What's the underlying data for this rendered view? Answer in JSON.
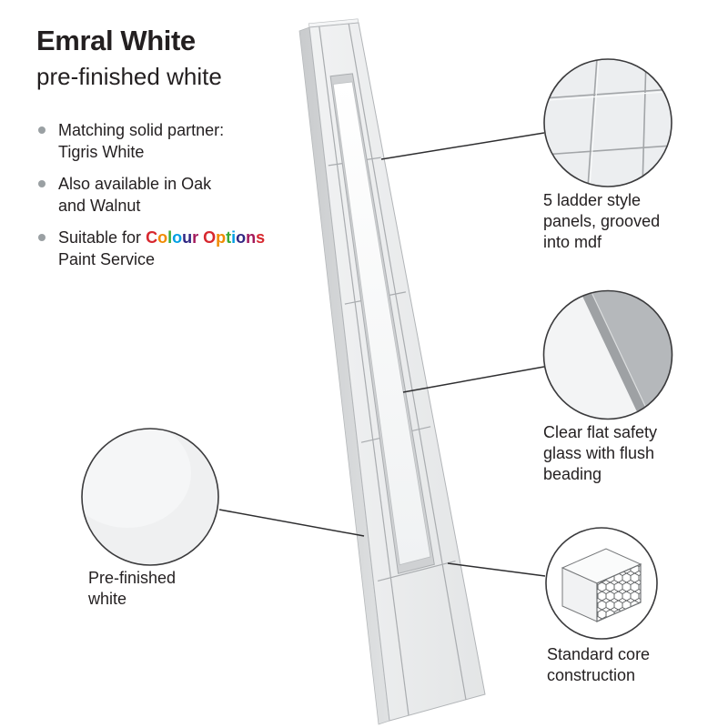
{
  "header": {
    "title": "Emral White",
    "subtitle": "pre-finished white"
  },
  "features": [
    {
      "lines": [
        "Matching solid partner:",
        "Tigris White"
      ]
    },
    {
      "lines": [
        "Also available in Oak",
        "and Walnut"
      ]
    },
    {
      "prefix": "Suitable for ",
      "brand": "Colour Options",
      "lines": [
        "Paint Service"
      ]
    }
  ],
  "callouts": [
    {
      "id": "panels",
      "lines": [
        "5 ladder style",
        "panels, grooved",
        "into mdf"
      ]
    },
    {
      "id": "glass",
      "lines": [
        "Clear flat safety",
        "glass with flush",
        "beading"
      ]
    },
    {
      "id": "core",
      "lines": [
        "Standard core",
        "construction"
      ]
    },
    {
      "id": "finish",
      "lines": [
        "Pre-finished",
        "white"
      ]
    }
  ],
  "colors": {
    "text": "#231f20",
    "connector": "#2e2e30",
    "circle_stroke": "#3a3a3c",
    "bullet": "#9aa0a3",
    "door_face_light": "#f1f2f3",
    "door_face_dark": "#e3e5e6",
    "door_edge": "#d5d7d8",
    "groove": "#a9acaf",
    "glass_frame": "#cfd1d3",
    "brand_letters": [
      "#d7282f",
      "#f08a00",
      "#3aaa35",
      "#009fe3",
      "#312783",
      "#a3195b"
    ]
  }
}
